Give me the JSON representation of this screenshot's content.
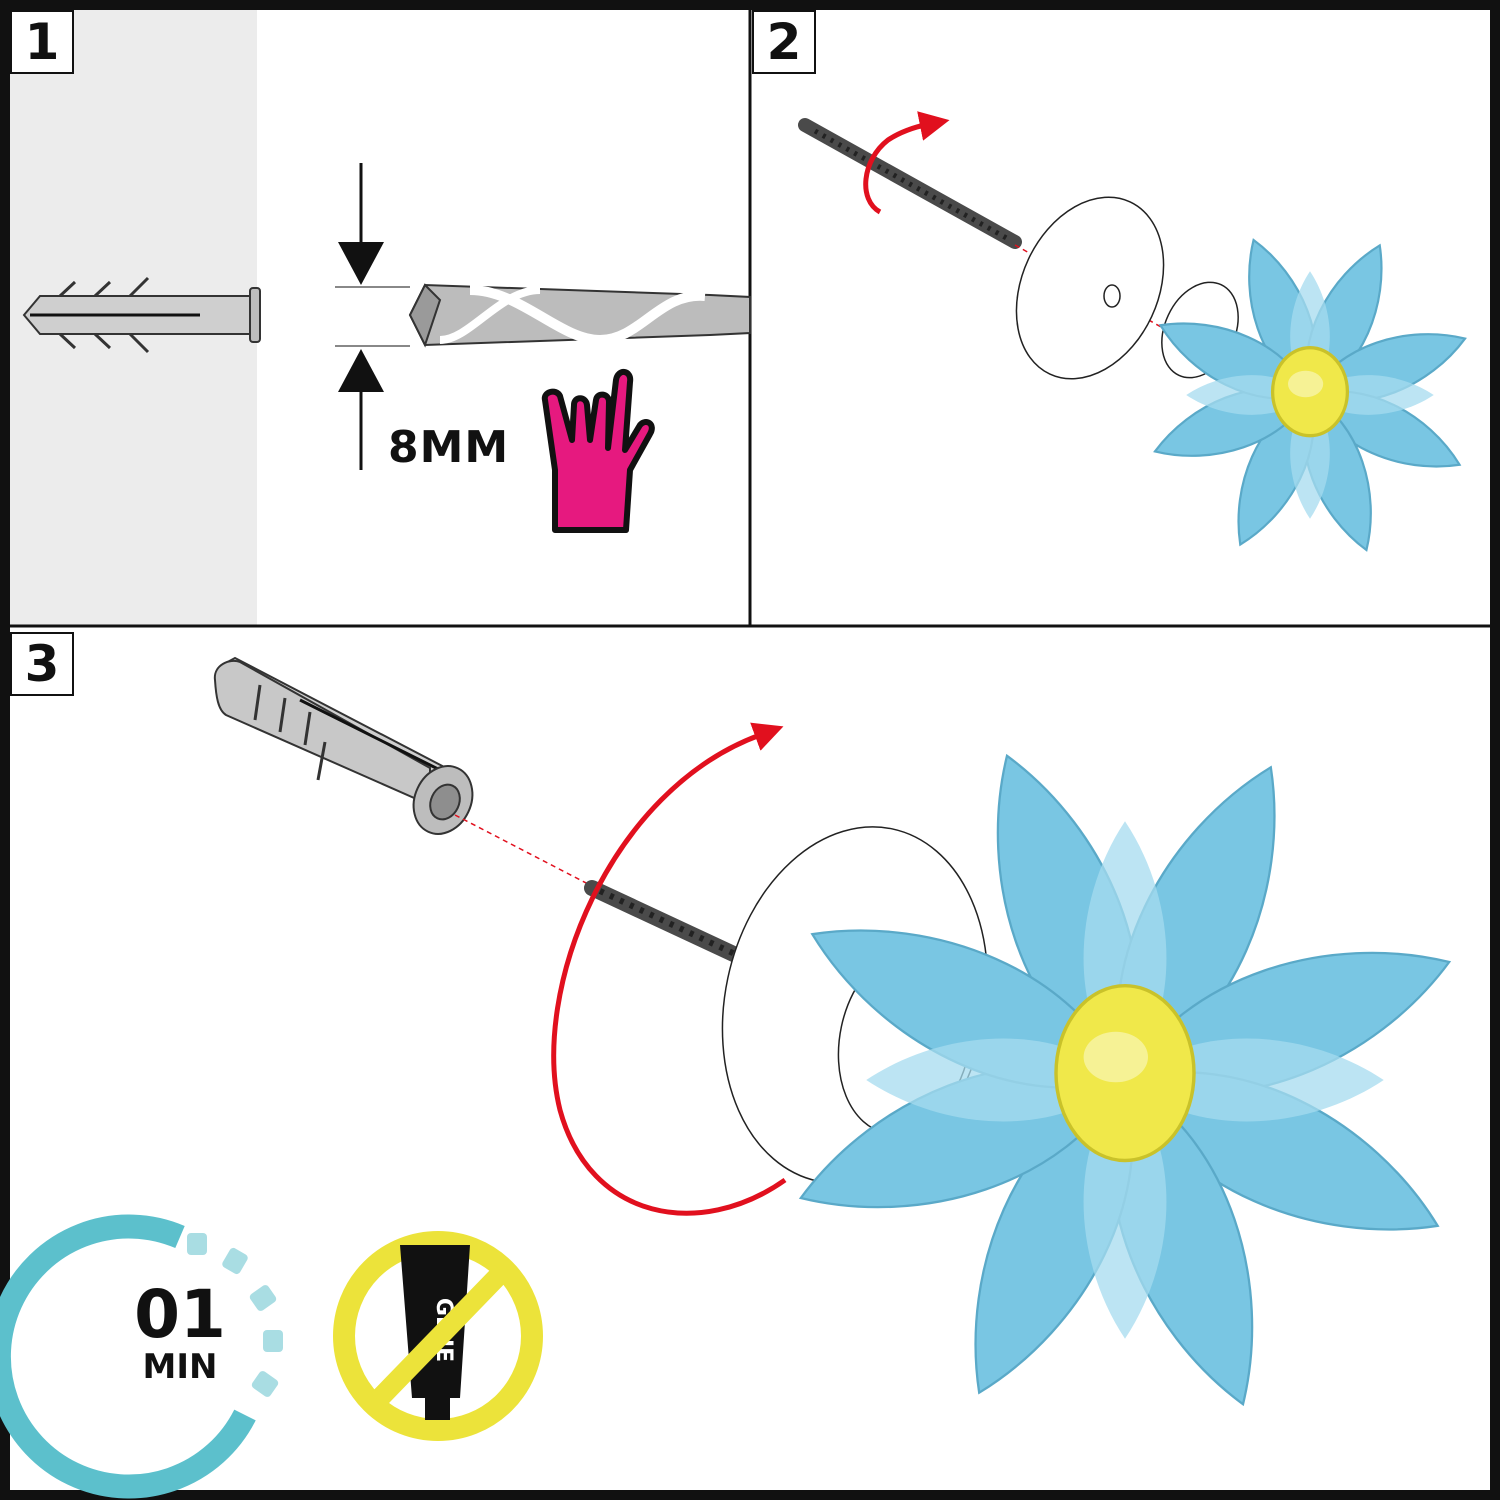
{
  "steps": [
    {
      "number": "1",
      "drill_size": "8MM"
    },
    {
      "number": "2"
    },
    {
      "number": "3"
    }
  ],
  "timer": {
    "value": "01",
    "unit": "MIN"
  },
  "no_glue_badge": {
    "tube_label": "GLUE"
  },
  "colors": {
    "frame": "#111111",
    "wall": "#ececec",
    "arrow_red": "#e1101e",
    "flower_blue": "#7fcbe6",
    "flower_center": "#f0e84a",
    "hand_magenta": "#e6197f",
    "timer_teal": "#5cc0cc",
    "glue_yellow": "#ece33a"
  },
  "icons": [
    "wall-plug-icon",
    "drill-bit-icon",
    "rock-hand-icon",
    "screw-icon",
    "washer-icon",
    "flower-knob-icon",
    "rotate-arrow-icon",
    "timer-icon",
    "no-glue-icon"
  ]
}
